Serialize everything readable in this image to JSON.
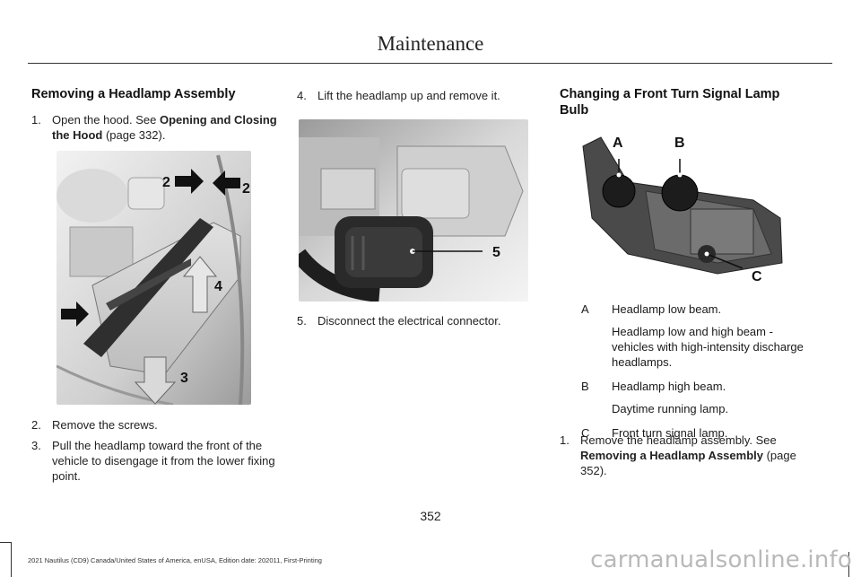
{
  "header": {
    "title": "Maintenance"
  },
  "col1": {
    "heading": "Removing a Headlamp Assembly",
    "step1": {
      "num": "1.",
      "pre": "Open the hood.  See ",
      "link": "Opening and Closing the Hood",
      "post": " (page 332)."
    },
    "step2": {
      "num": "2.",
      "text": "Remove the screws."
    },
    "step3": {
      "num": "3.",
      "text": "Pull the headlamp toward the front of the vehicle to disengage it from the lower fixing point."
    },
    "figure_labels": [
      "2",
      "2",
      "2",
      "4",
      "3"
    ]
  },
  "col2": {
    "step4": {
      "num": "4.",
      "text": "Lift the headlamp up and remove it."
    },
    "step5": {
      "num": "5.",
      "text": "Disconnect the electrical connector."
    },
    "figure_labels": [
      "5"
    ]
  },
  "col3": {
    "heading": "Changing a Front Turn Signal Lamp Bulb",
    "figure_labels": [
      "A",
      "B",
      "C"
    ],
    "legend": [
      {
        "key": "A",
        "lines": [
          "Headlamp low beam.",
          "Headlamp low and high beam - vehicles with high-intensity discharge headlamps."
        ]
      },
      {
        "key": "B",
        "lines": [
          "Headlamp high beam.",
          "Daytime running lamp."
        ]
      },
      {
        "key": "C",
        "lines": [
          "Front turn signal lamp."
        ]
      }
    ],
    "step1": {
      "num": "1.",
      "pre": "Remove the headlamp assembly.  See ",
      "link": "Removing a Headlamp Assembly",
      "post": " (page 352)."
    }
  },
  "footer": {
    "page_number": "352",
    "note": "2021 Nautilus (CD9) Canada/United States of America, enUSA, Edition date: 202011, First-Printing",
    "watermark": "carmanualsonline.info"
  }
}
